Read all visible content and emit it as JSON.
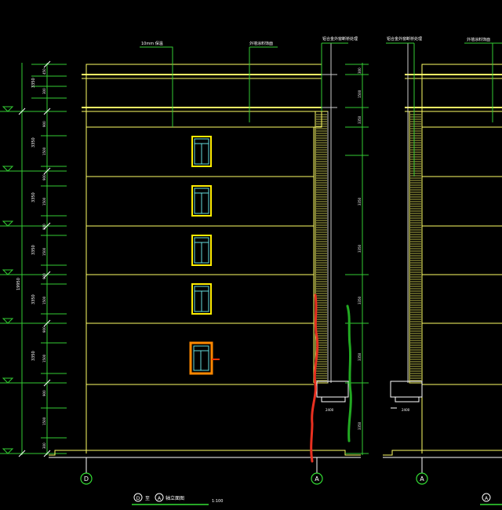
{
  "drawing": {
    "callouts": {
      "top_left": "10mm 保温",
      "top_mid": "外墙涂料饰面",
      "top_right_a": "铝合金外窗断桥处理",
      "top_right_b": "铝合金外窗断桥处理",
      "far_right": "外墙涂料饰面"
    },
    "axis_labels": {
      "left": "D",
      "mid": "A",
      "right": "A"
    },
    "bottom_right_axis": "A",
    "title": {
      "axis_from": "D",
      "joiner": "至",
      "axis_to": "A",
      "suffix": "轴立面图",
      "scale": "1:100"
    },
    "dims_left_outer": [
      "3350",
      "3350",
      "3350",
      "3350",
      "3350",
      "3350",
      "19950"
    ],
    "dims_left_inner": [
      "450",
      "300",
      "900",
      "1500",
      "900",
      "1500",
      "900",
      "1500",
      "900",
      "1500",
      "900",
      "1500",
      "900",
      "1500",
      "300"
    ],
    "dims_right": [
      "300",
      "1500",
      "3350",
      "3350",
      "3350",
      "3350",
      "3350",
      "3350"
    ],
    "dims_small": [
      "2400",
      "2400"
    ],
    "colors": {
      "background": "#000000",
      "outline": "#ffff66",
      "leader": "#33cc33",
      "window_frame": "#ffee00",
      "window_glass": "#66dddd",
      "highlight_window": "#ff8800",
      "markup_red": "#e83020",
      "markup_green": "#22aa22",
      "axis_bubble": "#33dd33",
      "text": "#ffffff"
    }
  }
}
